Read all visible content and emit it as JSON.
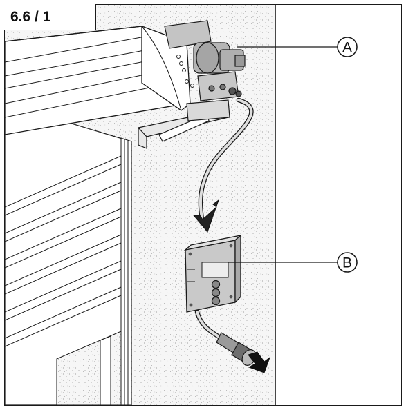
{
  "figure": {
    "id_label": "6.6 / 1"
  },
  "callouts": [
    {
      "key": "A",
      "letter": "A",
      "target": "drive-motor"
    },
    {
      "key": "B",
      "letter": "B",
      "target": "control-box"
    }
  ],
  "colors": {
    "line": "#1a1a1a",
    "wall_fill": "#f3f3f3",
    "component_fill": "#bdbdbd",
    "component_dark": "#8a8a8a",
    "cable": "#cfcfcf"
  },
  "icons": [
    "arrow-down-icon",
    "arrow-diagonal-icon",
    "circled-letter-icon"
  ]
}
